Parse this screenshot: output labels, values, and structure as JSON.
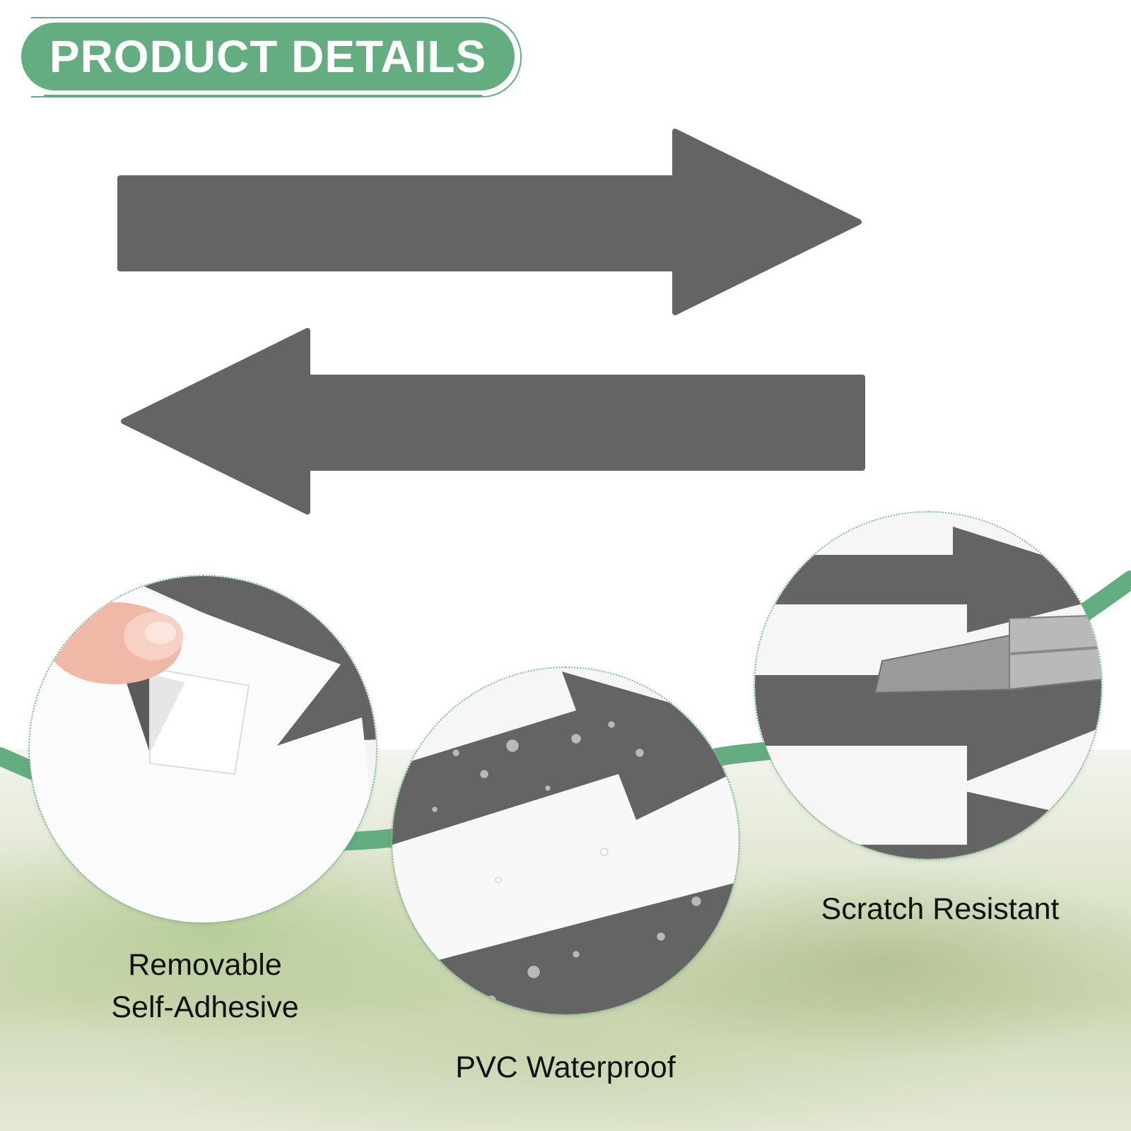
{
  "header": {
    "title": "PRODUCT DETAILS"
  },
  "features": [
    {
      "line1": "Removable",
      "line2": "Self-Adhesive"
    },
    {
      "label": "PVC Waterproof"
    },
    {
      "label": "Scratch Resistant"
    }
  ],
  "colors": {
    "accent": "#63ad81",
    "arrow": "#646464",
    "caption": "#111111"
  }
}
